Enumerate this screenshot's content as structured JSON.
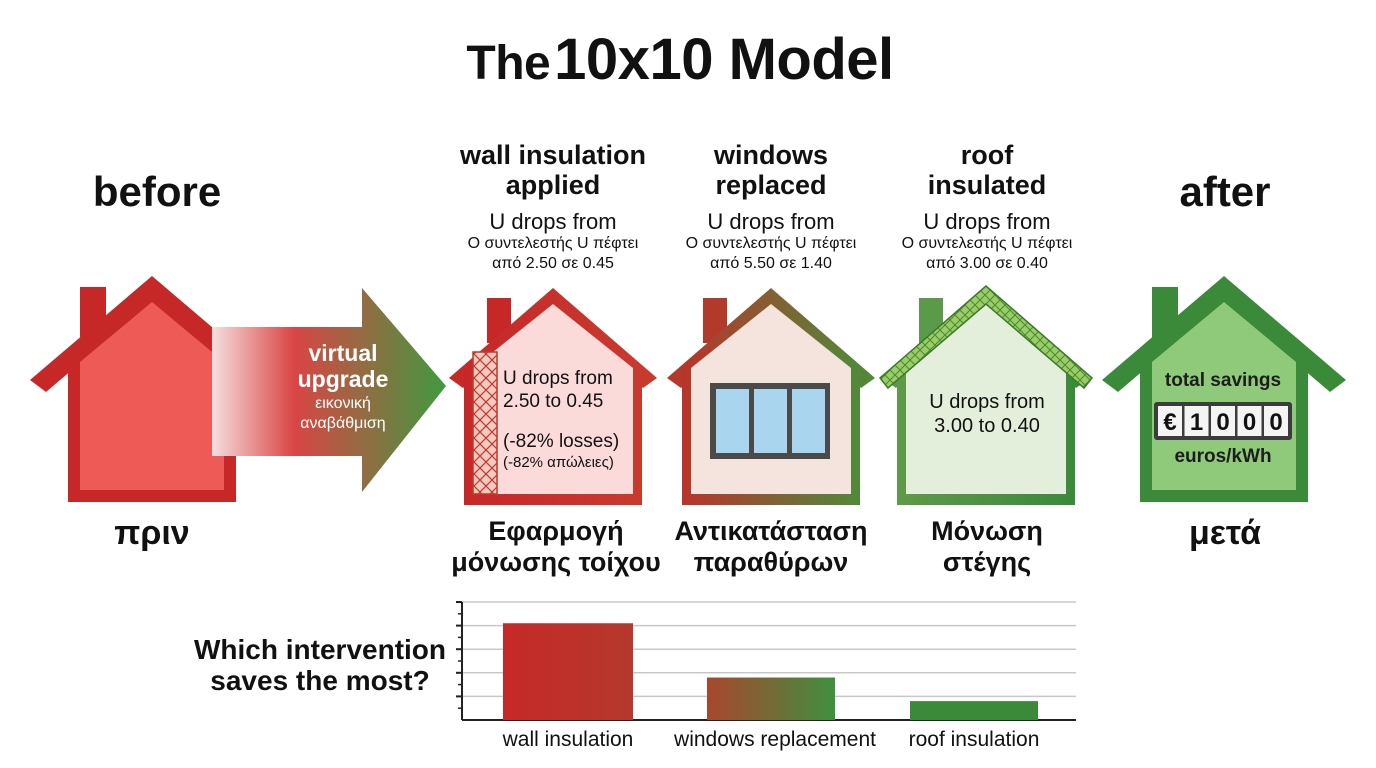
{
  "title": {
    "prefix": "The",
    "main": "10x10 Model"
  },
  "before": {
    "label": "before",
    "greek": "πριν"
  },
  "after": {
    "label": "after",
    "greek": "μετά"
  },
  "arrow": {
    "line1": "virtual",
    "line2": "upgrade",
    "greek1": "εικονική",
    "greek2": "αναβάθμιση"
  },
  "steps": [
    {
      "heading1": "wall insulation",
      "heading2": "applied",
      "u_en": "U drops from",
      "u_gr1": "Ο συντελεστής U πέφτει",
      "u_gr2": "από 2.50 σε 0.45",
      "inner1": "U drops from",
      "inner2": "2.50 to 0.45",
      "inner3": "(-82% losses)",
      "inner4": "(-82% απώλειες)",
      "greek1": "Εφαρμογή",
      "greek2": "μόνωσης τοίχου"
    },
    {
      "heading1": "windows",
      "heading2": "replaced",
      "u_en": "U drops from",
      "u_gr1": "Ο συντελεστής U πέφτει",
      "u_gr2": "από 5.50 σε 1.40",
      "greek1": "Αντικατάσταση",
      "greek2": "παραθύρων"
    },
    {
      "heading1": "roof",
      "heading2": "insulated",
      "u_en": "U drops from",
      "u_gr1": "Ο συντελεστής U πέφτει",
      "u_gr2": "από 3.00 σε 0.40",
      "inner1": "U drops from",
      "inner2": "3.00 to 0.40",
      "greek1": "Μόνωση",
      "greek2": "στέγης"
    }
  ],
  "savings": {
    "label": "total savings",
    "digits": [
      "€",
      "1",
      "0",
      "0",
      "0"
    ],
    "unit": "euros/kWh"
  },
  "question": {
    "line1": "Which intervention",
    "line2": "saves the most?"
  },
  "colors": {
    "red": "#c62828",
    "green": "#3a8a3a"
  },
  "chart_data": {
    "type": "bar",
    "categories": [
      "wall insulation",
      "windows replacement",
      "roof insulation"
    ],
    "values": [
      8.2,
      3.6,
      1.6
    ],
    "ylim": [
      0,
      10
    ],
    "grid": true
  }
}
